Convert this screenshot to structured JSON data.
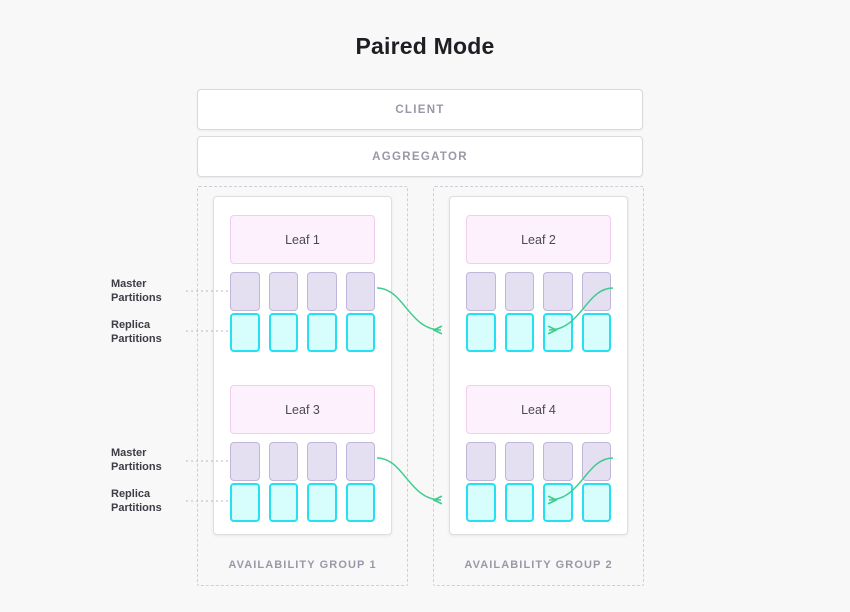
{
  "page": {
    "title": "Paired Mode",
    "background_color": "#f8f8f8"
  },
  "colors": {
    "title_text": "#1e1e23",
    "muted_text": "#9a98a8",
    "label_text": "#3d3d47",
    "leaf_fill": "#fcf1fc",
    "leaf_border": "#f2cdef",
    "master_fill": "#e4e0f1",
    "master_border": "#bfb6da",
    "replica_fill": "#d7fdfd",
    "replica_border": "#25dff2",
    "connector_green": "#3fcb8e",
    "dotted_border": "#cfcfd6",
    "card_border": "#dedee3"
  },
  "stack": {
    "client_label": "CLIENT",
    "aggregator_label": "AGGREGATOR"
  },
  "annotations": {
    "master_line1": "Master",
    "master_line2": "Partitions",
    "replica_line1": "Replica",
    "replica_line2": "Partitions"
  },
  "availability_groups": [
    {
      "id": "ag1",
      "label": "AVAILABILITY GROUP 1",
      "leaves": [
        {
          "name": "Leaf 1",
          "master_partitions": 4,
          "replica_partitions": 4
        },
        {
          "name": "Leaf 3",
          "master_partitions": 4,
          "replica_partitions": 4
        }
      ]
    },
    {
      "id": "ag2",
      "label": "AVAILABILITY GROUP 2",
      "leaves": [
        {
          "name": "Leaf 2",
          "master_partitions": 4,
          "replica_partitions": 4
        },
        {
          "name": "Leaf 4",
          "master_partitions": 4,
          "replica_partitions": 4
        }
      ]
    }
  ],
  "connections": [
    {
      "from": "Leaf 1 master",
      "to": "Leaf 2 replica",
      "direction": "right"
    },
    {
      "from": "Leaf 2 master",
      "to": "Leaf 1 replica",
      "direction": "left"
    },
    {
      "from": "Leaf 3 master",
      "to": "Leaf 4 replica",
      "direction": "right"
    },
    {
      "from": "Leaf 4 master",
      "to": "Leaf 3 replica",
      "direction": "left"
    }
  ]
}
